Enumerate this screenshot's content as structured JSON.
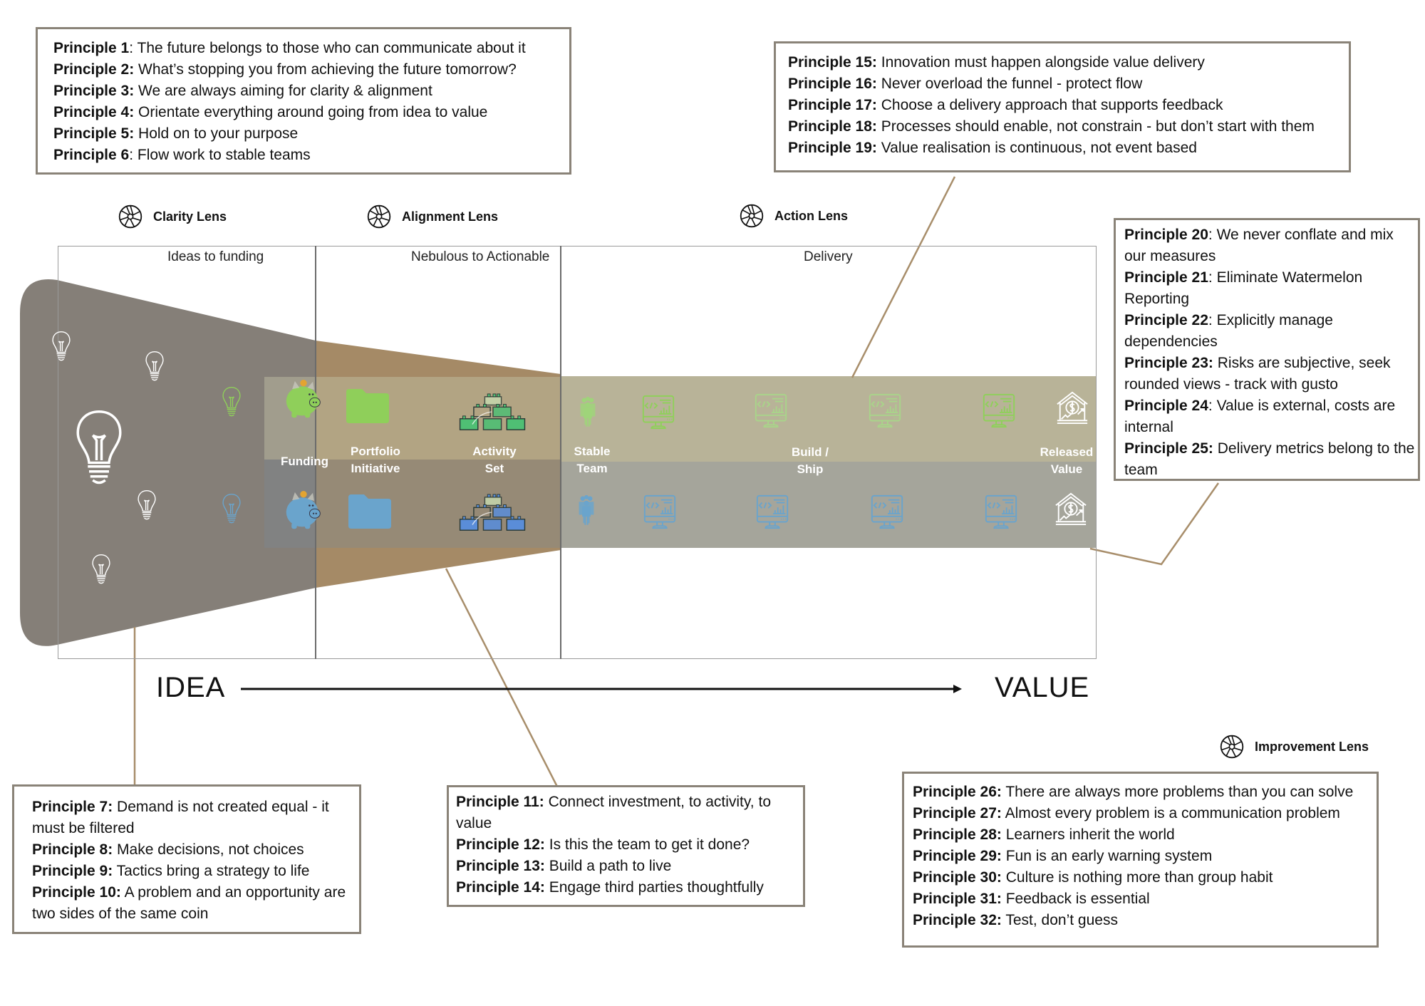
{
  "lenses": {
    "clarity": "Clarity Lens",
    "alignment": "Alignment Lens",
    "action": "Action Lens",
    "improvement": "Improvement Lens"
  },
  "columns": {
    "ideas_to_funding": "Ideas to funding",
    "nebulous_to_actionable": "Nebulous to Actionable",
    "delivery": "Delivery"
  },
  "stages": {
    "funding": "Funding",
    "portfolio_1": "Portfolio",
    "portfolio_2": "Initiative",
    "activity_1": "Activity",
    "activity_2": "Set",
    "stable_1": "Stable",
    "stable_2": "Team",
    "build_1": "Build /",
    "build_2": "Ship",
    "released_1": "Released",
    "released_2": "Value"
  },
  "axis": {
    "start": "IDEA",
    "end": "VALUE"
  },
  "icons": {
    "lens": "aperture-icon",
    "idea": "lightbulb-icon",
    "funding": "piggy-bank-icon",
    "portfolio": "folder-icon",
    "activity": "blocks-icon",
    "team": "people-group-icon",
    "build": "monitor-code-icon",
    "value": "house-dollar-icon"
  },
  "colors": {
    "funnel_gray": "#857f78",
    "funnel_brown": "#a58a66",
    "band_green": "#b8b398",
    "band_gray": "#a5a59b",
    "accent_green": "#8fcf5a",
    "accent_blue": "#6aa4cc",
    "connector": "#a88e6b",
    "box_border": "#8a8378"
  },
  "groups": {
    "g1": [
      {
        "label": "Principle 1",
        "sep": ": ",
        "text": "The future belongs to those who can communicate about it"
      },
      {
        "label": "Principle 2:",
        "sep": " ",
        "text": "What’s stopping you from achieving the future tomorrow?"
      },
      {
        "label": "Principle 3:",
        "sep": " ",
        "text": "We are always aiming for clarity & alignment"
      },
      {
        "label": "Principle 4:",
        "sep": " ",
        "text": "Orientate everything around going from idea to value"
      },
      {
        "label": "Principle 5:",
        "sep": " ",
        "text": "Hold on to your purpose"
      },
      {
        "label": "Principle 6",
        "sep": ": ",
        "text": "Flow work to stable teams"
      }
    ],
    "g2": [
      {
        "label": "Principle 7:",
        "sep": " ",
        "text": "Demand is not created equal - it must be filtered"
      },
      {
        "label": "Principle 8:",
        "sep": " ",
        "text": "Make decisions, not choices"
      },
      {
        "label": "Principle 9:",
        "sep": " ",
        "text": "Tactics bring a strategy to life"
      },
      {
        "label": "Principle 10:",
        "sep": " ",
        "text": "A problem and an opportunity are two sides of the same coin"
      }
    ],
    "g3": [
      {
        "label": "Principle 11:",
        "sep": " ",
        "text": "Connect investment, to activity, to value"
      },
      {
        "label": "Principle 12:",
        "sep": " ",
        "text": "Is this the team to get it done?"
      },
      {
        "label": "Principle 13:",
        "sep": " ",
        "text": "Build a path to live"
      },
      {
        "label": "Principle 14:",
        "sep": " ",
        "text": "Engage third parties thoughtfully"
      }
    ],
    "g4": [
      {
        "label": "Principle 15:",
        "sep": " ",
        "text": "Innovation must happen alongside value delivery"
      },
      {
        "label": "Principle 16:",
        "sep": " ",
        "text": "Never overload the funnel - protect flow"
      },
      {
        "label": "Principle 17:",
        "sep": " ",
        "text": "Choose a delivery approach that supports feedback"
      },
      {
        "label": "Principle 18:",
        "sep": " ",
        "text": "Processes should enable, not constrain - but don’t start with them"
      },
      {
        "label": "Principle 19:",
        "sep": " ",
        "text": "Value realisation is continuous, not event based"
      }
    ],
    "g5": [
      {
        "label": "Principle 20",
        "sep": ": ",
        "text": "We never conflate and mix our measures"
      },
      {
        "label": "Principle 21",
        "sep": ": ",
        "text": "Eliminate Watermelon Reporting"
      },
      {
        "label": "Principle 22",
        "sep": ": ",
        "text": "Explicitly manage dependencies"
      },
      {
        "label": "Principle 23:",
        "sep": " ",
        "text": "Risks are subjective, seek rounded views - track with gusto"
      },
      {
        "label": "Principle 24",
        "sep": ": ",
        "text": "Value is external, costs are internal"
      },
      {
        "label": "Principle 25:",
        "sep": " ",
        "text": "Delivery metrics belong to the team"
      }
    ],
    "g6": [
      {
        "label": "Principle 26:",
        "sep": " ",
        "text": "There are always more problems than you can solve"
      },
      {
        "label": "Principle 27:",
        "sep": " ",
        "text": "Almost every problem is a communication problem"
      },
      {
        "label": "Principle 28:",
        "sep": " ",
        "text": "Learners inherit the world"
      },
      {
        "label": "Principle 29:",
        "sep": " ",
        "text": "Fun is an early warning system"
      },
      {
        "label": "Principle 30:",
        "sep": " ",
        "text": "Culture is nothing more than group habit"
      },
      {
        "label": "Principle 31:",
        "sep": " ",
        "text": "Feedback is essential"
      },
      {
        "label": "Principle 32:",
        "sep": " ",
        "text": "Test, don’t guess"
      }
    ]
  }
}
